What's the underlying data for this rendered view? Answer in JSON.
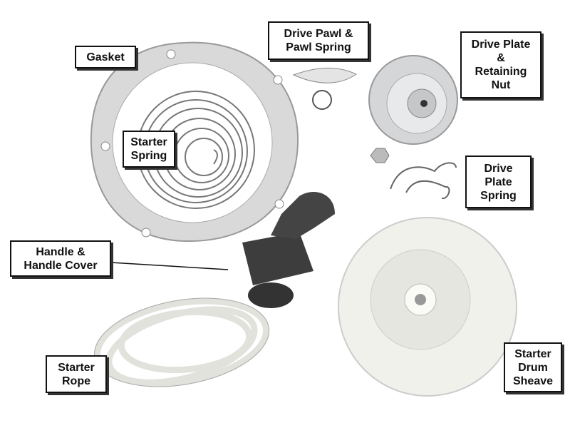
{
  "labels": {
    "gasket": "Gasket",
    "drive_pawl": [
      "Drive Pawl &",
      "Pawl Spring"
    ],
    "drive_plate": [
      "Drive Plate",
      "&",
      "Retaining",
      "Nut"
    ],
    "starter_spring": [
      "Starter",
      "Spring"
    ],
    "drive_plate_spring": [
      "Drive",
      "Plate",
      "Spring"
    ],
    "handle": [
      "Handle &",
      "Handle Cover"
    ],
    "starter_rope": [
      "Starter",
      "Rope"
    ],
    "starter_drum": [
      "Starter",
      "Drum",
      "Sheave"
    ]
  },
  "colors": {
    "label_border": "#111111",
    "gasket": "#dcdcdc",
    "drum": "#f2f2ee",
    "handle": "#3a3a3a"
  }
}
